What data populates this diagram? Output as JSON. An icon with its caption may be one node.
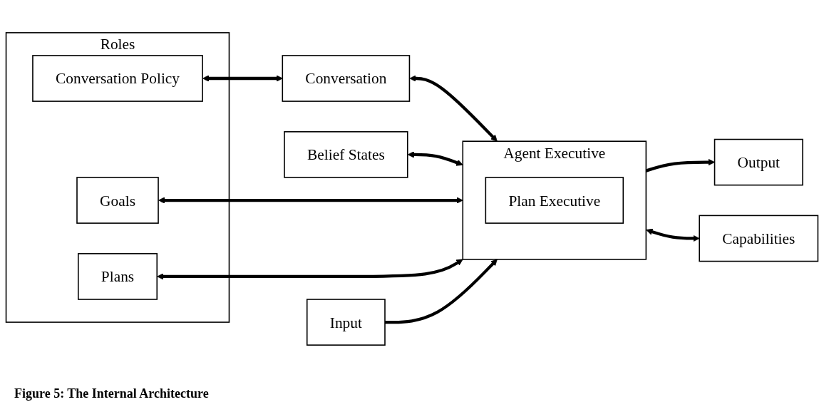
{
  "diagram": {
    "caption": "Figure 5: The Internal Architecture",
    "nodes": [
      {
        "text": [
          "Roles"
        ]
      },
      {
        "text": [
          "Conversation Policy"
        ],
        "in": 0
      },
      {
        "text": [
          "Goals"
        ],
        "in": 0
      },
      {
        "text": [
          "Plans"
        ],
        "in": 0
      },
      {
        "text": [
          "Conversation"
        ]
      },
      {
        "text": [
          "Belief States"
        ]
      },
      {
        "text": [
          "Agent Executive"
        ]
      },
      {
        "text": [
          "Plan Executive"
        ],
        "in": 6
      },
      {
        "text": [
          "Input"
        ]
      },
      {
        "text": [
          "Output"
        ]
      },
      {
        "text": [
          "Capabilities"
        ]
      }
    ],
    "edges": [
      {
        "from": 1,
        "to": 4,
        "arrow": "both"
      },
      {
        "from": 4,
        "to": 6,
        "arrow": "both"
      },
      {
        "from": 5,
        "to": 6,
        "arrow": "both"
      },
      {
        "from": 2,
        "to": 6,
        "arrow": "both"
      },
      {
        "from": 3,
        "to": 6,
        "arrow": "both"
      },
      {
        "from": 8,
        "to": 6,
        "arrow": "to"
      },
      {
        "from": 6,
        "to": 9,
        "arrow": "to"
      },
      {
        "from": 6,
        "to": 10,
        "arrow": "both"
      }
    ]
  }
}
